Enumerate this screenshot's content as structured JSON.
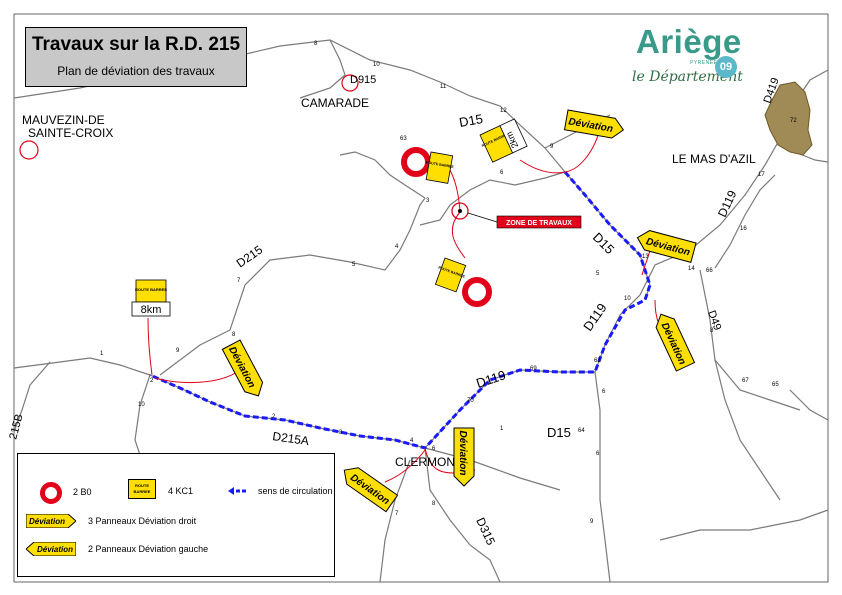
{
  "title": {
    "main": "Travaux sur la R.D. 215",
    "sub": "Plan de déviation des travaux"
  },
  "logo": {
    "word": "Ariège",
    "tagline": "PYRENEES",
    "department": "le Département",
    "number": "09"
  },
  "places": {
    "camarade": "CAMARADE",
    "mauvezin_1": "MAUVEZIN-DE",
    "mauvezin_2": "SAINTE-CROIX",
    "mas_dazil": "LE MAS D'AZIL",
    "clermont": "CLERMONT"
  },
  "roads": {
    "d915": "D915",
    "d15_top": "D15",
    "d15_mid": "D15",
    "d15_bottom": "D15",
    "d215": "D215",
    "d215a": "D215A",
    "d119_right": "D119",
    "d119_mid": "D119",
    "d119_low": "D119",
    "d419": "D419",
    "d49": "D49",
    "d315": "D315",
    "d15b": "215B"
  },
  "km_labels": [
    "8",
    "10",
    "11",
    "12",
    "9",
    "3",
    "4",
    "5",
    "7",
    "9",
    "8",
    "1",
    "10",
    "2",
    "3",
    "4",
    "6",
    "70",
    "69",
    "63",
    "6",
    "5",
    "13",
    "14",
    "66",
    "10",
    "67",
    "8",
    "6",
    "9",
    "7",
    "8",
    "16",
    "17",
    "72",
    "6",
    "65",
    "64",
    "63",
    "1",
    "2"
  ],
  "signs": {
    "route_barree": "ROUTE BARREE",
    "deviation": "Déviation",
    "distance_2km": "2km",
    "distance_8km": "8km",
    "zone_travaux": "ZONE DE TRAVAUX"
  },
  "legend": {
    "ring_label": "2 B0",
    "sign_label": "4 KC1",
    "blue_label": "sens de circulation",
    "right_label": "3 Panneaux Déviation droit",
    "left_label": "2 Panneaux Déviation gauche",
    "sign_text": "ROUTE BARREE",
    "deviation_text": "Déviation"
  },
  "colors": {
    "deviation_route": "#1a1aff",
    "sign_yellow": "#ffdf00",
    "ring_red": "#e2001a",
    "leader_red": "#e2001a",
    "road_gray": "#7a7a7a",
    "town_fill": "#a08a55"
  }
}
